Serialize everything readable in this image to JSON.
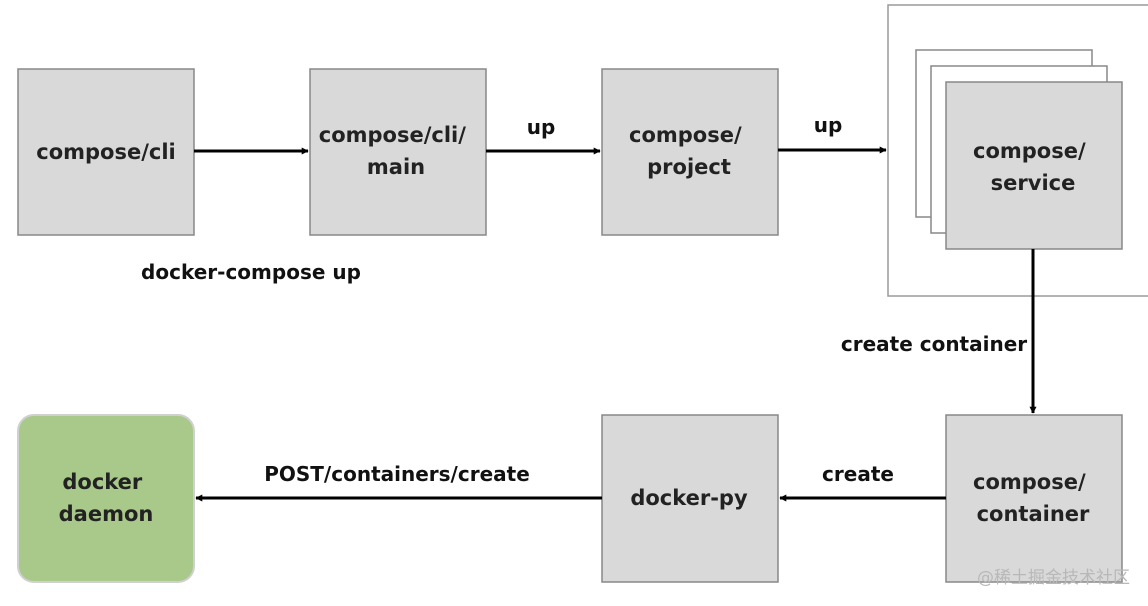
{
  "nodes": {
    "compose_cli": [
      "compose/cli"
    ],
    "compose_cli_main": [
      "compose/cli/",
      "main"
    ],
    "compose_project": [
      "compose/",
      "project"
    ],
    "compose_service": [
      "compose/",
      "service"
    ],
    "compose_container": [
      "compose/",
      "container"
    ],
    "docker_py": [
      "docker-py"
    ],
    "docker_daemon": [
      "docker",
      "daemon"
    ]
  },
  "edges": {
    "cli_to_main": "",
    "main_to_project": "up",
    "project_to_service": "up",
    "service_to_container": "create container",
    "container_to_dockerpy": "create",
    "dockerpy_to_daemon": "POST/containers/create"
  },
  "annotations": {
    "command": "docker-compose up"
  },
  "watermark": "@稀土掘金技术社区",
  "colors": {
    "box_fill": "#d9d9d9",
    "box_stroke": "#888888",
    "daemon_fill": "#a9c98a",
    "daemon_stroke": "#cccccc",
    "arrow": "#000000"
  }
}
